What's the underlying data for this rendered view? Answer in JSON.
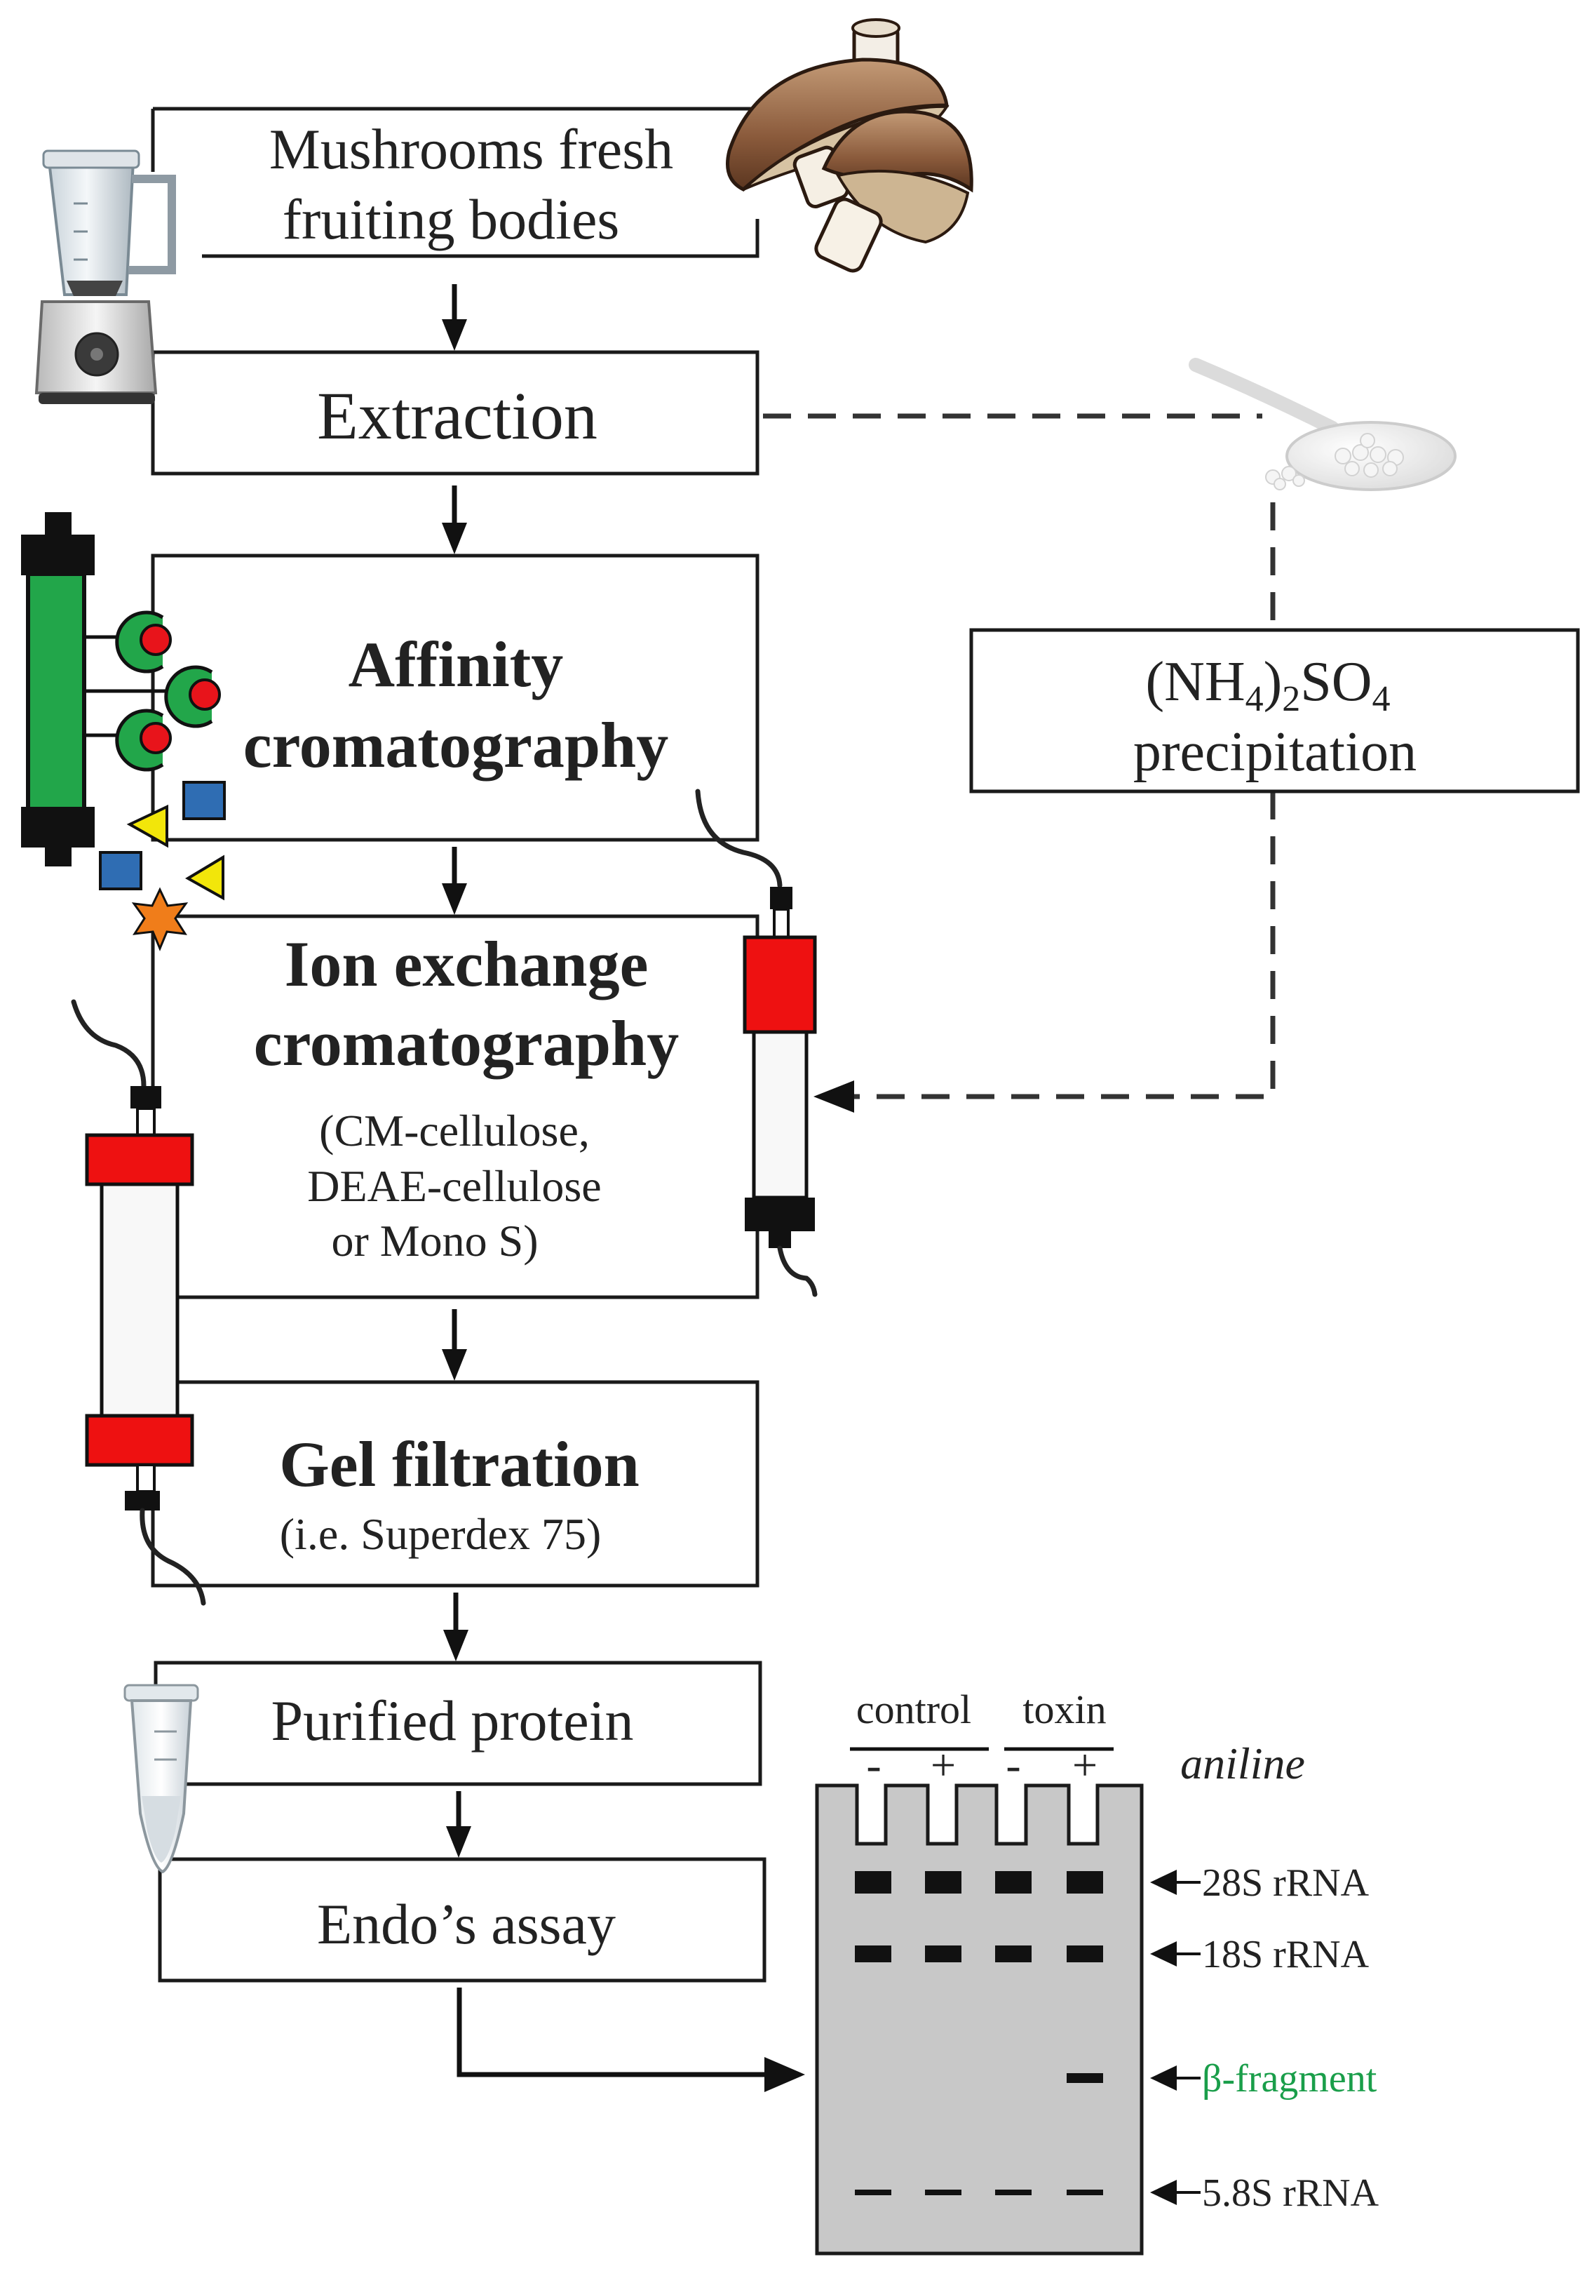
{
  "steps": {
    "mushrooms": [
      "Mushrooms fresh",
      "fruiting bodies"
    ],
    "extraction": "Extraction",
    "affinity": [
      "Affinity",
      "cromatography"
    ],
    "ion_exchange": [
      "Ion exchange",
      "cromatography"
    ],
    "ion_exchange_detail": [
      "(CM-cellulose,",
      "DEAE-cellulose",
      "or Mono S)"
    ],
    "gel_filtration": "Gel filtration",
    "gel_filtration_detail": "(i.e. Superdex 75)",
    "purified": "Purified protein",
    "endo": "Endo’s assay"
  },
  "precipitation": {
    "formula": {
      "a": "(NH",
      "b": "4",
      "c": ")",
      "d": "2",
      "e": "SO",
      "f": "4"
    },
    "label": "precipitation"
  },
  "gel": {
    "groups": [
      "control",
      "toxin"
    ],
    "lane_signs": [
      "-",
      "+",
      "-",
      "+"
    ],
    "treatment": "aniline",
    "bands": [
      {
        "label": "28S rRNA",
        "lanes": [
          true,
          true,
          true,
          true
        ]
      },
      {
        "label": "18S rRNA",
        "lanes": [
          true,
          true,
          true,
          true
        ]
      },
      {
        "label": "β-fragment",
        "lanes": [
          false,
          false,
          false,
          true
        ],
        "color": "#1a9e4a"
      },
      {
        "label": "5.8S rRNA",
        "lanes": [
          true,
          true,
          true,
          true
        ]
      }
    ]
  },
  "icons": [
    "blender-icon",
    "mushrooms-icon",
    "spoon-icon",
    "affinity-column-icon",
    "ion-exchange-column-icon",
    "gel-filtration-column-icon",
    "microtube-icon",
    "gel-electrophoresis-icon"
  ],
  "colors": {
    "column_green": "#22a64a",
    "cap_red": "#ee1111",
    "ligand_red": "#e8141b",
    "square_blue": "#2f6db3",
    "triangle_yellow": "#f2e60a",
    "star_orange": "#f07d1a",
    "gel_gray": "#c8c8c8"
  }
}
